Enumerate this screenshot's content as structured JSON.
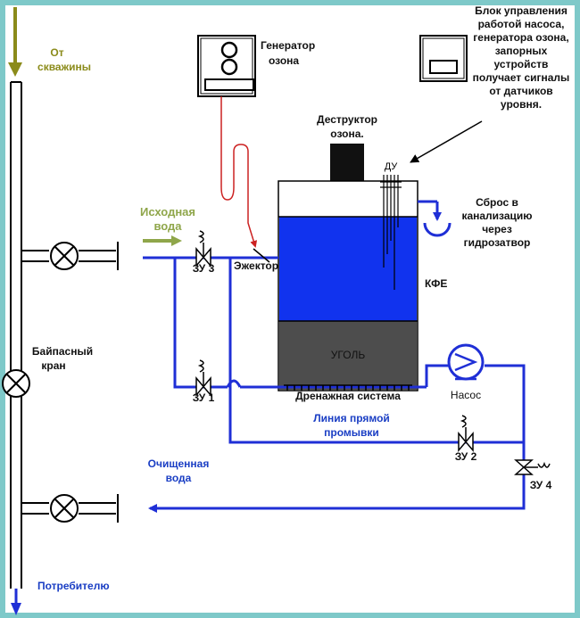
{
  "labels": {
    "from_well": [
      "От",
      "скважины"
    ],
    "ozone_generator": [
      "Генератор",
      "озона"
    ],
    "control_block": [
      "Блок управления",
      "работой насоса,",
      "генератора озона,",
      "запорных",
      "устройств",
      "получает сигналы",
      "от датчиков",
      "уровня."
    ],
    "ozone_destructor": [
      "Деструктор",
      "озона."
    ],
    "du": "ДУ",
    "drain": [
      "Сброс в",
      "канализацию",
      "через",
      "гидрозатвор"
    ],
    "source_water": [
      "Исходная",
      "вода"
    ],
    "zu3": "ЗУ 3",
    "ejector": "Эжектор",
    "kfe": "КФЕ",
    "bypass_valve": [
      "Байпасный",
      "кран"
    ],
    "coal": "УГОЛЬ",
    "pump": "Насос",
    "drainage_system": "Дренажная система",
    "zu1": "ЗУ 1",
    "direct_flush_line": [
      "Линия прямой",
      "промывки"
    ],
    "zu2": "ЗУ 2",
    "zu4": "ЗУ 4",
    "purified_water": [
      "Очищенная",
      "вода"
    ],
    "to_consumer": "Потребителю"
  },
  "colors": {
    "frame": "#7ec9c9",
    "pipe": "#1f2fd6",
    "water": "#1133ee",
    "coal": "#4d4d4d",
    "inflow_arrow": "#8fa64a",
    "well_arrow": "#8b8b1a",
    "ozone_line": "#cc2222"
  },
  "icons": [
    "ball-valve-icon",
    "globe-valve-icon",
    "pump-icon",
    "ozone-generator-icon",
    "control-block-icon",
    "level-sensor-icon",
    "flow-arrow-icon"
  ]
}
